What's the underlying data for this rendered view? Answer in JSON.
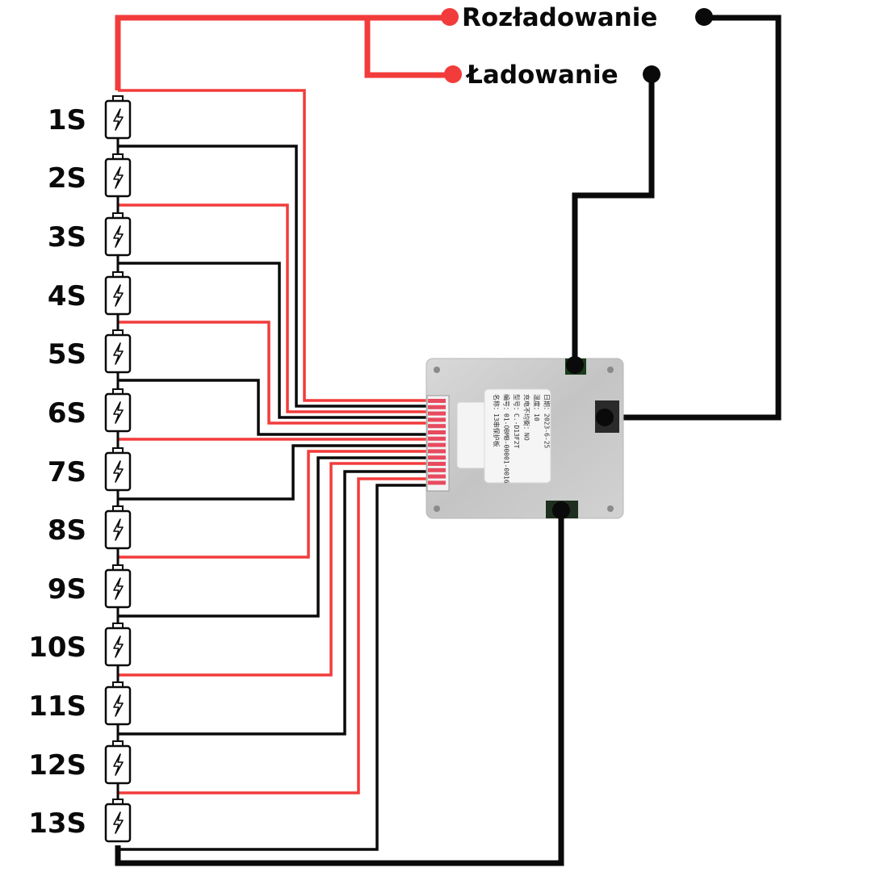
{
  "terminals": {
    "discharge_label": "Rozładowanie",
    "charge_label": "Ładowanie"
  },
  "cells": [
    {
      "label": "1S"
    },
    {
      "label": "2S"
    },
    {
      "label": "3S"
    },
    {
      "label": "4S"
    },
    {
      "label": "5S"
    },
    {
      "label": "6S"
    },
    {
      "label": "7S"
    },
    {
      "label": "8S"
    },
    {
      "label": "9S"
    },
    {
      "label": "10S"
    },
    {
      "label": "11S"
    },
    {
      "label": "12S"
    },
    {
      "label": "13S"
    }
  ],
  "bms_board": {
    "sticker_lines": [
      "名称：13串保护板",
      "编号：01-OBMB-00001-0016",
      "型号：C.-D13F2T",
      "充电不均衡：NO",
      "温度：10",
      "日期：2023-6-25"
    ]
  },
  "icons": {
    "cell_symbol": "lightning-bolt-icon"
  },
  "colors": {
    "positive_wire": "#f23b3b",
    "negative_wire": "#0a0a0a",
    "board": "#cfcfcf",
    "connector": "#e84a5f"
  }
}
